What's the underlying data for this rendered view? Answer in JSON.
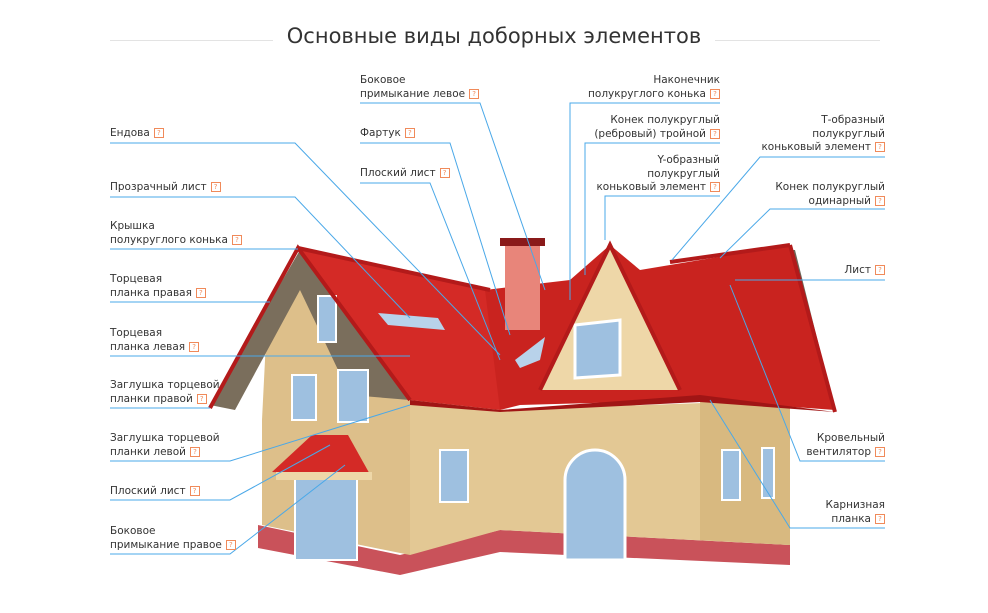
{
  "title": "Основные виды доборных элементов",
  "help_icon": "?",
  "labels": {
    "endova": [
      "Ендова"
    ],
    "transparent": [
      "Прозрачный лист"
    ],
    "cap": [
      "Крышка",
      "полукруглого конька"
    ],
    "gable_right": [
      "Торцевая",
      "планка правая"
    ],
    "gable_left": [
      "Торцевая",
      "планка левая"
    ],
    "plug_right": [
      "Заглушка торцевой",
      "планки правой"
    ],
    "plug_left": [
      "Заглушка торцевой",
      "планки левой"
    ],
    "flat_left": [
      "Плоский лист"
    ],
    "side_right": [
      "Боковое",
      "примыкание правое"
    ],
    "side_left": [
      "Боковое",
      "примыкание левое"
    ],
    "apron": [
      "Фартук"
    ],
    "flat_top": [
      "Плоский лист"
    ],
    "tip": [
      "Наконечник",
      "полукруглого конька"
    ],
    "triple": [
      "Конек полукруглый",
      "(ребровый) тройной"
    ],
    "y_elem": [
      "Y-образный",
      "полукруглый",
      "коньковый элемент"
    ],
    "t_elem": [
      "Т-образный",
      "полукруглый",
      "коньковый элемент"
    ],
    "single": [
      "Конек полукруглый",
      "одинарный"
    ],
    "sheet": [
      "Лист"
    ],
    "vent": [
      "Кровельный",
      "вентилятор"
    ],
    "eave": [
      "Карнизная",
      "планка"
    ]
  }
}
